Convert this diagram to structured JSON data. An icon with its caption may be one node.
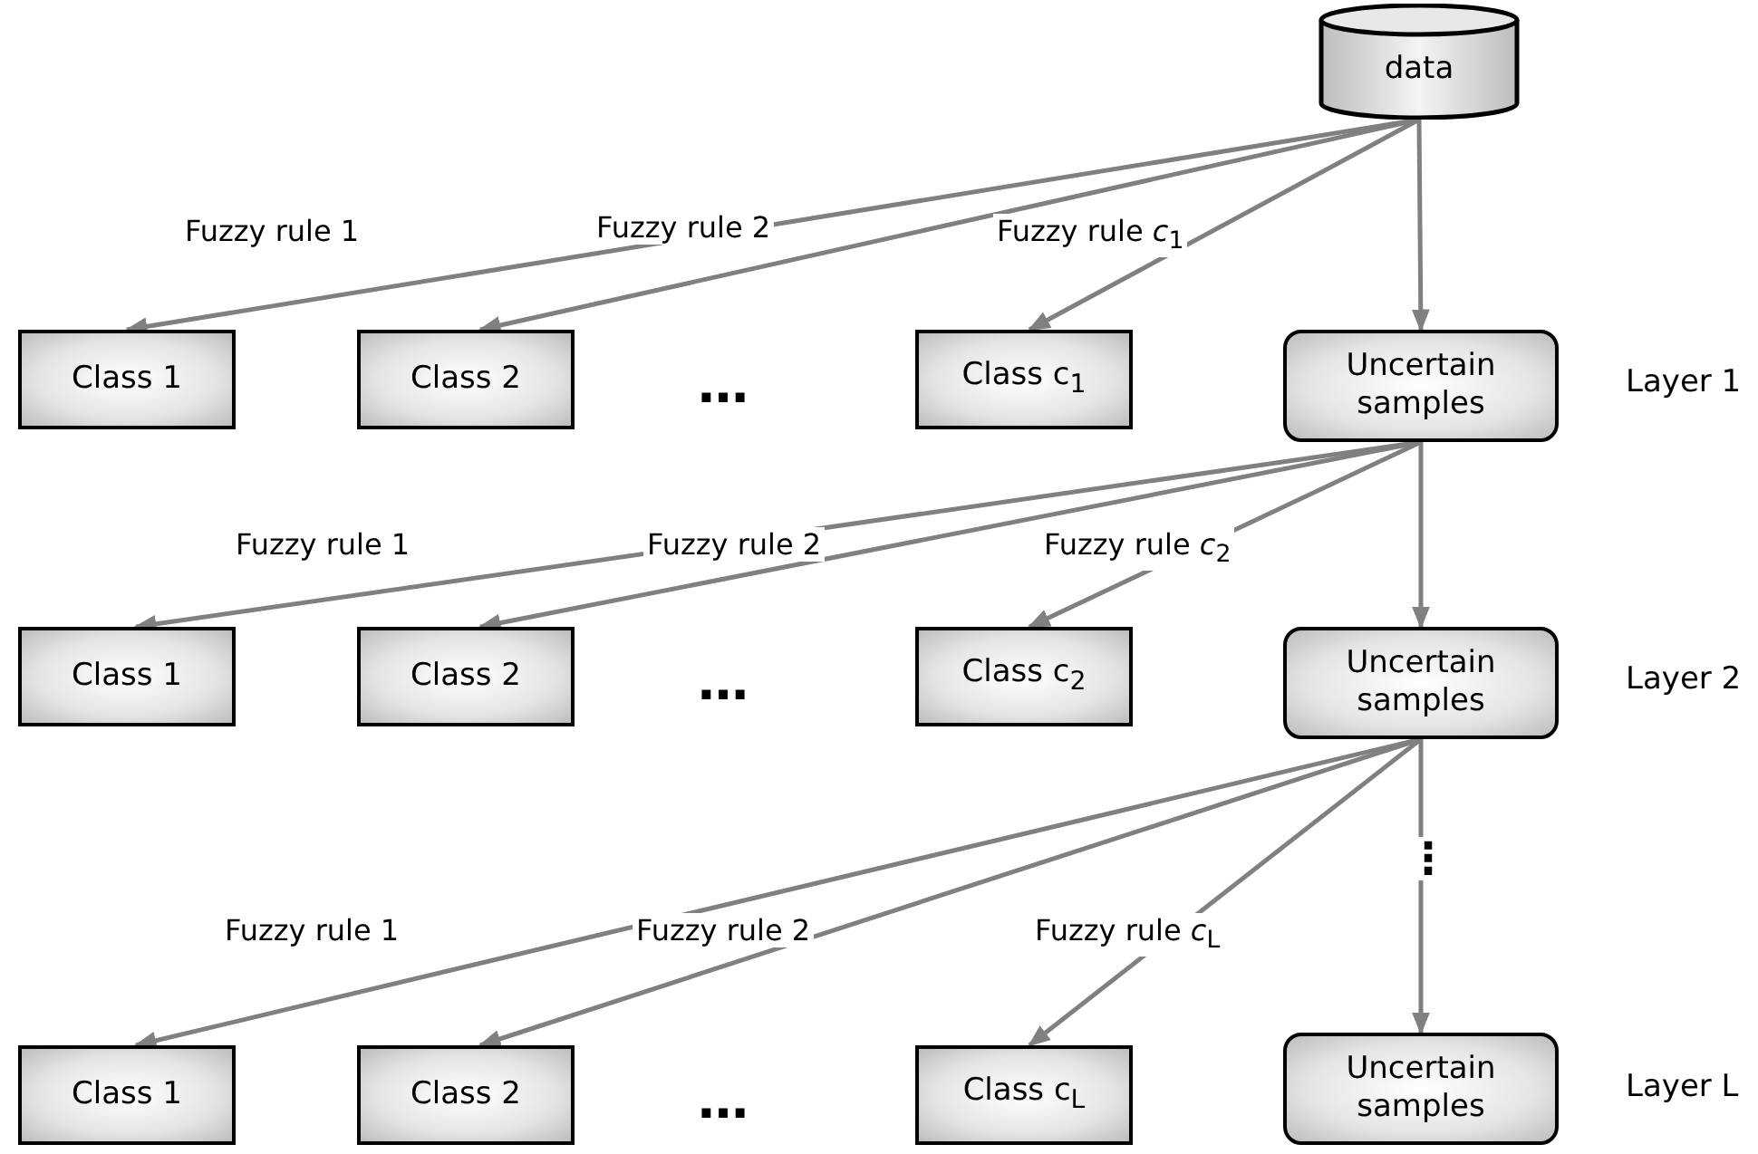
{
  "diagram": {
    "nodes": [
      {
        "text": [
          "data"
        ]
      },
      {
        "text": [
          "Class 1"
        ]
      },
      {
        "text": [
          "Class 2"
        ]
      },
      {
        "text": [
          "Class c$_{1}$"
        ]
      },
      {
        "text": [
          "Uncertain samples"
        ]
      },
      {
        "text": [
          "Class 1"
        ]
      },
      {
        "text": [
          "Class 2"
        ]
      },
      {
        "text": [
          "Class c$_{2}$"
        ]
      },
      {
        "text": [
          "Uncertain samples"
        ]
      },
      {
        "text": [
          "Class 1"
        ]
      },
      {
        "text": [
          "Class 2"
        ]
      },
      {
        "text": [
          "Class c$_{L}$"
        ]
      },
      {
        "text": [
          "Uncertain samples"
        ]
      }
    ],
    "edges": [
      {
        "from": 0,
        "to": 1,
        "arrow": "to",
        "label": "Fuzzy rule 1"
      },
      {
        "from": 0,
        "to": 2,
        "arrow": "to",
        "label": "Fuzzy rule 2"
      },
      {
        "from": 0,
        "to": 3,
        "arrow": "to",
        "label": "Fuzzy rule *c*$_{1}$"
      },
      {
        "from": 0,
        "to": 4,
        "arrow": "to"
      },
      {
        "from": 4,
        "to": 5,
        "arrow": "to",
        "label": "Fuzzy rule 1"
      },
      {
        "from": 4,
        "to": 6,
        "arrow": "to",
        "label": "Fuzzy rule 2"
      },
      {
        "from": 4,
        "to": 7,
        "arrow": "to",
        "label": "Fuzzy rule *c*$_{2}$"
      },
      {
        "from": 4,
        "to": 8,
        "arrow": "to"
      },
      {
        "from": 8,
        "to": 9,
        "arrow": "to",
        "label": "Fuzzy rule 1"
      },
      {
        "from": 8,
        "to": 10,
        "arrow": "to",
        "label": "Fuzzy rule 2"
      },
      {
        "from": 8,
        "to": 11,
        "arrow": "to",
        "label": "Fuzzy rule *c*$_{L}$"
      },
      {
        "from": 8,
        "to": 12,
        "arrow": "to"
      }
    ],
    "labels": [
      "…",
      "Layer 1",
      "…",
      "Layer 2",
      "⋮",
      "…",
      "Layer L"
    ]
  }
}
